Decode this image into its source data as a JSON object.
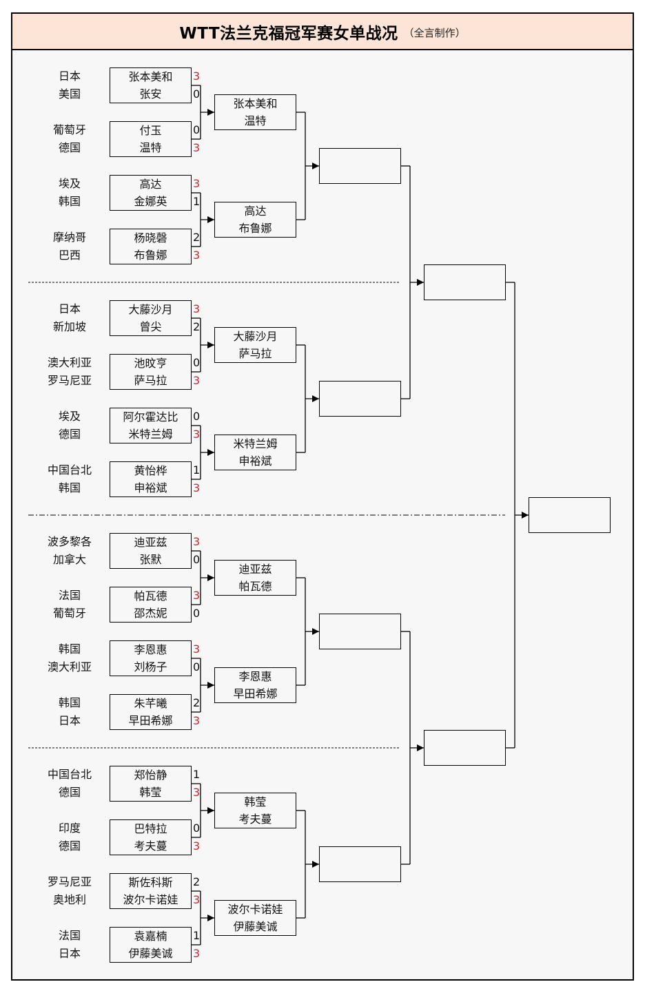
{
  "header": {
    "title": "WTT法兰克福冠军赛女单战况",
    "subtitle": "（全言制作）"
  },
  "colors": {
    "header_bg": "#fce4d6",
    "body_bg": "#f7f7f7",
    "winner_score": "#e0202a",
    "line": "#000000"
  },
  "round1": [
    {
      "players": [
        {
          "country": "日本",
          "name": "张本美和",
          "score": "3",
          "winner": true
        },
        {
          "country": "美国",
          "name": "张安",
          "score": "0",
          "winner": false
        }
      ]
    },
    {
      "players": [
        {
          "country": "葡萄牙",
          "name": "付玉",
          "score": "0",
          "winner": false
        },
        {
          "country": "德国",
          "name": "温特",
          "score": "3",
          "winner": true
        }
      ]
    },
    {
      "players": [
        {
          "country": "埃及",
          "name": "高达",
          "score": "3",
          "winner": true
        },
        {
          "country": "韩国",
          "name": "金娜英",
          "score": "1",
          "winner": false
        }
      ]
    },
    {
      "players": [
        {
          "country": "摩纳哥",
          "name": "杨晓磬",
          "score": "2",
          "winner": false
        },
        {
          "country": "巴西",
          "name": "布鲁娜",
          "score": "3",
          "winner": true
        }
      ]
    },
    {
      "players": [
        {
          "country": "日本",
          "name": "大藤沙月",
          "score": "3",
          "winner": true
        },
        {
          "country": "新加坡",
          "name": "曾尖",
          "score": "2",
          "winner": false
        }
      ]
    },
    {
      "players": [
        {
          "country": "澳大利亚",
          "name": "池旼亨",
          "score": "0",
          "winner": false
        },
        {
          "country": "罗马尼亚",
          "name": "萨马拉",
          "score": "3",
          "winner": true
        }
      ]
    },
    {
      "players": [
        {
          "country": "埃及",
          "name": "阿尔霍达比",
          "score": "0",
          "winner": false
        },
        {
          "country": "德国",
          "name": "米特兰姆",
          "score": "3",
          "winner": true
        }
      ]
    },
    {
      "players": [
        {
          "country": "中国台北",
          "name": "黄怡桦",
          "score": "1",
          "winner": false
        },
        {
          "country": "韩国",
          "name": "申裕斌",
          "score": "3",
          "winner": true
        }
      ]
    },
    {
      "players": [
        {
          "country": "波多黎各",
          "name": "迪亚兹",
          "score": "3",
          "winner": true
        },
        {
          "country": "加拿大",
          "name": "张默",
          "score": "0",
          "winner": false
        }
      ]
    },
    {
      "players": [
        {
          "country": "法国",
          "name": "帕瓦德",
          "score": "3",
          "winner": true
        },
        {
          "country": "葡萄牙",
          "name": "邵杰妮",
          "score": "0",
          "winner": false
        }
      ]
    },
    {
      "players": [
        {
          "country": "韩国",
          "name": "李恩惠",
          "score": "3",
          "winner": true
        },
        {
          "country": "澳大利亚",
          "name": "刘杨子",
          "score": "0",
          "winner": false
        }
      ]
    },
    {
      "players": [
        {
          "country": "韩国",
          "name": "朱芊曦",
          "score": "2",
          "winner": false
        },
        {
          "country": "日本",
          "name": "早田希娜",
          "score": "3",
          "winner": true
        }
      ]
    },
    {
      "players": [
        {
          "country": "中国台北",
          "name": "郑怡静",
          "score": "1",
          "winner": false
        },
        {
          "country": "德国",
          "name": "韩莹",
          "score": "3",
          "winner": true
        }
      ]
    },
    {
      "players": [
        {
          "country": "印度",
          "name": "巴特拉",
          "score": "0",
          "winner": false
        },
        {
          "country": "德国",
          "name": "考夫蔓",
          "score": "3",
          "winner": true
        }
      ]
    },
    {
      "players": [
        {
          "country": "罗马尼亚",
          "name": "斯佐科斯",
          "score": "2",
          "winner": false
        },
        {
          "country": "奥地利",
          "name": "波尔卡诺娃",
          "score": "3",
          "winner": true
        }
      ]
    },
    {
      "players": [
        {
          "country": "法国",
          "name": "袁嘉楠",
          "score": "1",
          "winner": false
        },
        {
          "country": "日本",
          "name": "伊藤美诚",
          "score": "3",
          "winner": true
        }
      ]
    }
  ],
  "round2": [
    {
      "players": [
        "张本美和",
        "温特"
      ]
    },
    {
      "players": [
        "高达",
        "布鲁娜"
      ]
    },
    {
      "players": [
        "大藤沙月",
        "萨马拉"
      ]
    },
    {
      "players": [
        "米特兰姆",
        "申裕斌"
      ]
    },
    {
      "players": [
        "迪亚兹",
        "帕瓦德"
      ]
    },
    {
      "players": [
        "李恩惠",
        "早田希娜"
      ]
    },
    {
      "players": [
        "韩莹",
        "考夫蔓"
      ]
    },
    {
      "players": [
        "波尔卡诺娃",
        "伊藤美诚"
      ]
    }
  ],
  "quarterfinals": [
    {
      "players": [
        "",
        ""
      ]
    },
    {
      "players": [
        "",
        ""
      ]
    },
    {
      "players": [
        "",
        ""
      ]
    },
    {
      "players": [
        "",
        ""
      ]
    }
  ],
  "semifinals": [
    {
      "players": [
        "",
        ""
      ]
    },
    {
      "players": [
        "",
        ""
      ]
    }
  ],
  "final": {
    "players": [
      "",
      ""
    ]
  }
}
